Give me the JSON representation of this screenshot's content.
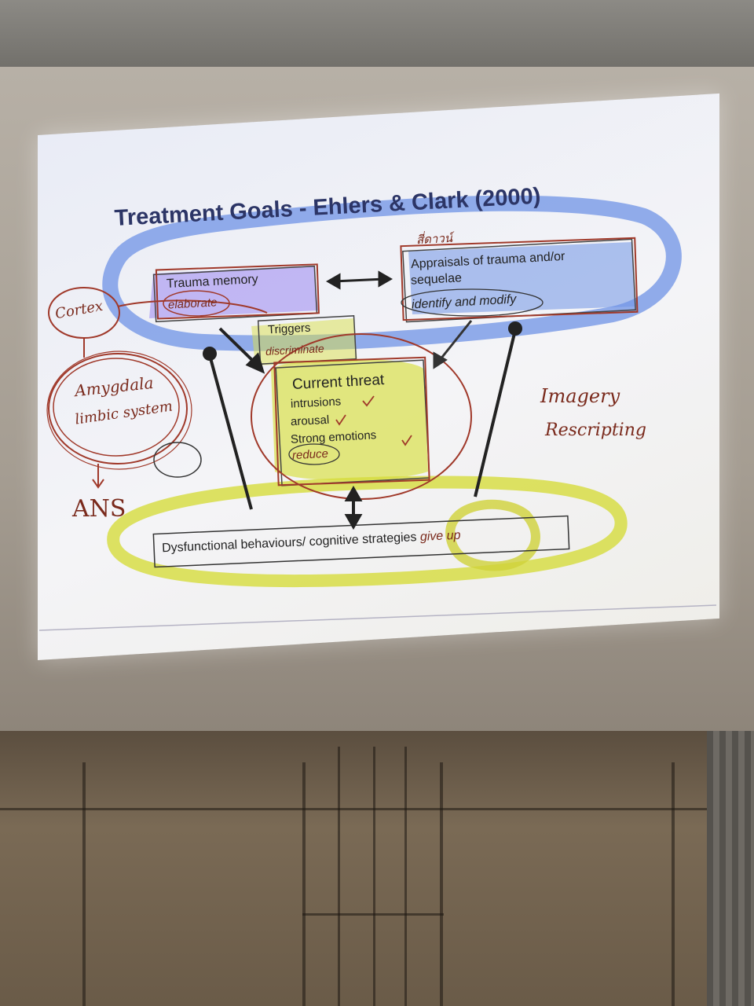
{
  "slide": {
    "title": "Treatment Goals - Ehlers & Clark (2000)",
    "trauma_memory": {
      "label": "Trauma memory",
      "action": "elaborate"
    },
    "appraisals": {
      "label_line1": "Appraisals of trauma and/or",
      "label_line2": "sequelae",
      "action": "identify and modify"
    },
    "triggers": {
      "label": "Triggers",
      "action": "discriminate"
    },
    "current_threat": {
      "label": "Current threat",
      "items": [
        "intrusions",
        "arousal",
        "Strong emotions"
      ],
      "action": "reduce"
    },
    "behaviours": {
      "label": "Dysfunctional behaviours/ cognitive strategies",
      "action": "give up"
    }
  },
  "handwriting": {
    "cortex": "Cortex",
    "amygdala_line1": "Amygdala",
    "amygdala_line2": "limbic system",
    "ans": "ANS",
    "imagery_line1": "Imagery",
    "imagery_line2": "Rescripting",
    "thai_note": "สี่ดาวน์"
  },
  "colors": {
    "title": "#2c3566",
    "highlight_blue": "#6f93e6",
    "highlight_purple": "#9b87f0",
    "highlight_yellow": "#d9e04a",
    "pen_red": "#a0392a"
  }
}
